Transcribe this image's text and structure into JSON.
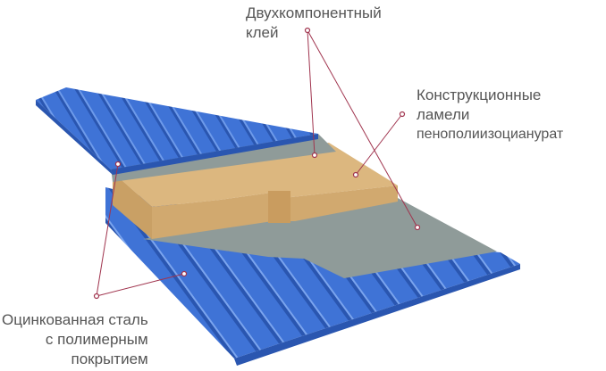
{
  "labels": {
    "glue": {
      "line1": "Двухкомпонентный",
      "line2": "клей"
    },
    "lamellae": {
      "line1": "Конструкционные",
      "line2": "ламели",
      "line3": "пенополиизоцианурат"
    },
    "steel": {
      "line1": "Оцинкованная сталь",
      "line2": "с полимерным",
      "line3": "покрытием"
    }
  },
  "colors": {
    "steel_blue": "#3f73d6",
    "steel_blue_dark": "#2a56b0",
    "steel_blue_light": "#6d9aea",
    "glue_gray": "#8f9b99",
    "foam": "#dcb77f",
    "foam_side": "#c9a065",
    "leader_line": "#a0344e"
  }
}
